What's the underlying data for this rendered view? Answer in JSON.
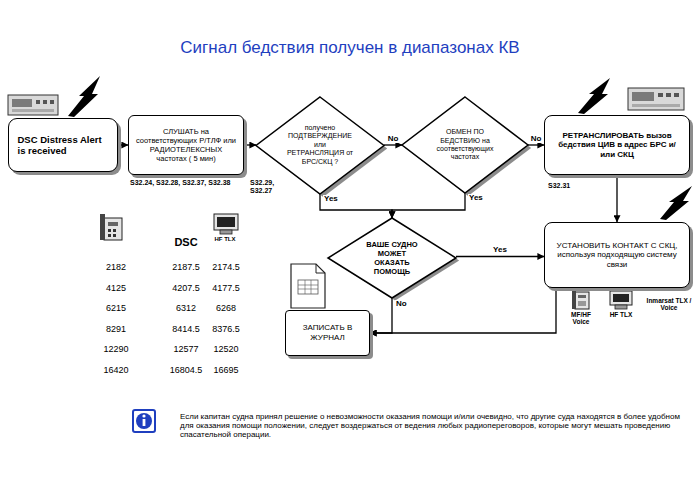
{
  "diagram": {
    "title": "Сигнал бедствия получен в диапазонах КВ",
    "nodes": [
      {
        "text": [
          "DSC Distress Alert is received"
        ]
      },
      {
        "text": [
          "СЛУШАТЬ на соответствующих Р/ТЛФ или РАДИОТЕЛЕКСНЫХ частотах ( 5 мин)"
        ]
      },
      {
        "text": [
          "получено ПОДТВЕРЖДЕНИЕ или РЕТРАНСЛЯЦИЯ от БРС/СКЦ ?"
        ]
      },
      {
        "text": [
          "ОБМЕН ПО БЕДСТВИЮ на соответствующих частотах"
        ]
      },
      {
        "text": [
          "РЕТРАНСЛИРОВАТЬ вызов бедствия ЦИВ в адрес БРС и/или СКЦ"
        ]
      },
      {
        "text": [
          "ВАШЕ СУДНО МОЖЕТ ОКАЗАТЬ ПОМОЩЬ"
        ]
      },
      {
        "text": [
          "УСТАНОВИТЬ КОНТАКТ С СКЦ, используя подходящую систему связи"
        ]
      },
      {
        "text": [
          "ЗАПИСАТЬ В ЖУРНАЛ"
        ]
      }
    ],
    "edges": [
      {
        "from": 0,
        "to": 1,
        "arrow": "to"
      },
      {
        "from": 1,
        "to": 2,
        "arrow": "to"
      },
      {
        "from": 2,
        "to": 3,
        "label": "No",
        "arrow": "to"
      },
      {
        "from": 3,
        "to": 4,
        "label": "No",
        "arrow": "to"
      },
      {
        "from": 2,
        "to": 5,
        "label": "Yes",
        "arrow": "to"
      },
      {
        "from": 3,
        "to": 5,
        "label": "Yes",
        "arrow": "to"
      },
      {
        "from": 4,
        "to": 6,
        "arrow": "to"
      },
      {
        "from": 5,
        "to": 6,
        "label": "Yes",
        "arrow": "to"
      },
      {
        "from": 5,
        "to": 7,
        "label": "No",
        "arrow": "to"
      },
      {
        "from": 6,
        "to": 7,
        "arrow": "to"
      }
    ],
    "labels": [
      "S32.24, S32.28, S32.37, S32.38",
      "S32.29, S32.27",
      "S32.31",
      "DSC",
      "HF TLX",
      "2182",
      "2187.5",
      "2174.5",
      "4125",
      "4207.5",
      "4177.5",
      "6215",
      "6312",
      "6268",
      "8291",
      "8414.5",
      "8376.5",
      "12290",
      "12577",
      "12520",
      "16420",
      "16804.5",
      "16695",
      "MF/HF Voice",
      "HF TLX",
      "Inmarsat TLX / Voice",
      "Если капитан судна принял решение о невозможности оказания помощи и/или очевидно, что другие суда находятся в более удобном для оказания помощи положении, следует воздержаться от ведения любых радиопереговоров, которые могут мешать проведению спасательной операции."
    ]
  }
}
